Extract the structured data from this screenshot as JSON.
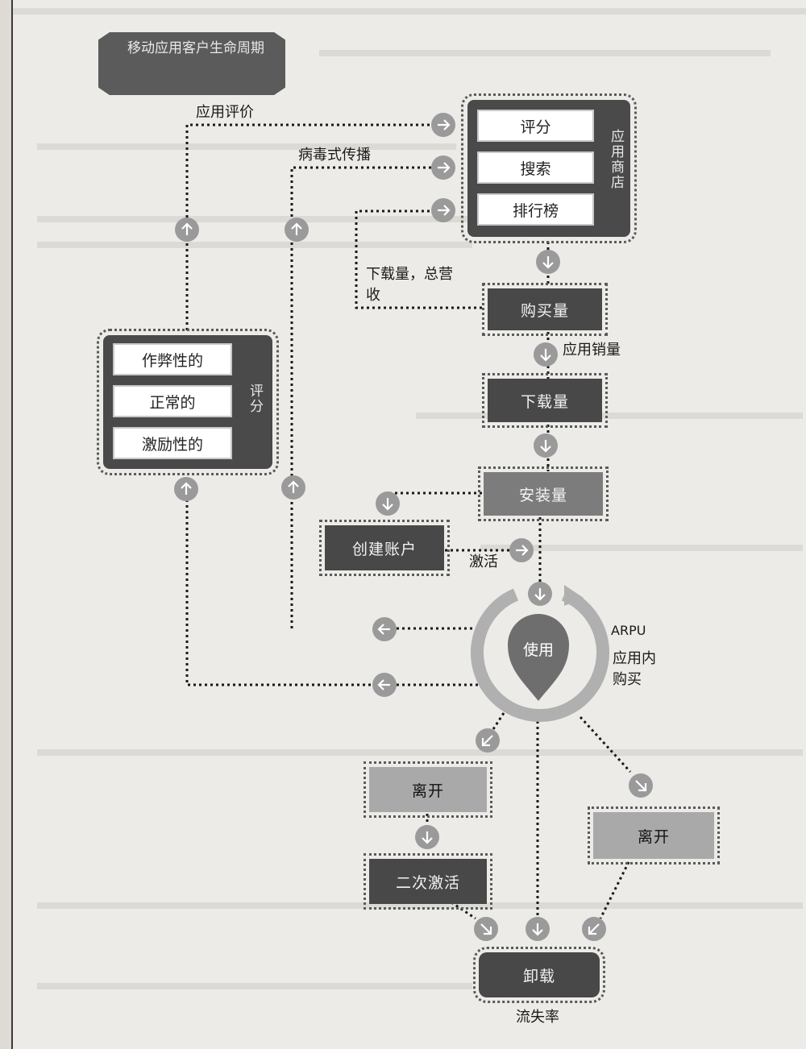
{
  "title": "移动应用客户生命周期",
  "top_label": "应用评价",
  "viral_label": "病毒式传播",
  "store": {
    "label": "应用商店",
    "items": [
      "评分",
      "搜索",
      "排行榜"
    ]
  },
  "rating": {
    "label": "评分",
    "items": [
      "作弊性的",
      "正常的",
      "激励性的"
    ]
  },
  "downloads_revenue_label": "下载量，总营收",
  "purchases": "购买量",
  "app_sales_label": "应用销量",
  "downloads": "下载量",
  "installs": "安装量",
  "create_account": "创建账户",
  "activation_label": "激活",
  "use": "使用",
  "arpu_label": "ARPU",
  "in_app_label": "应用内购买",
  "leave1": "离开",
  "leave2": "离开",
  "reactivate": "二次激活",
  "uninstall": "卸载",
  "churn_label": "流失率"
}
